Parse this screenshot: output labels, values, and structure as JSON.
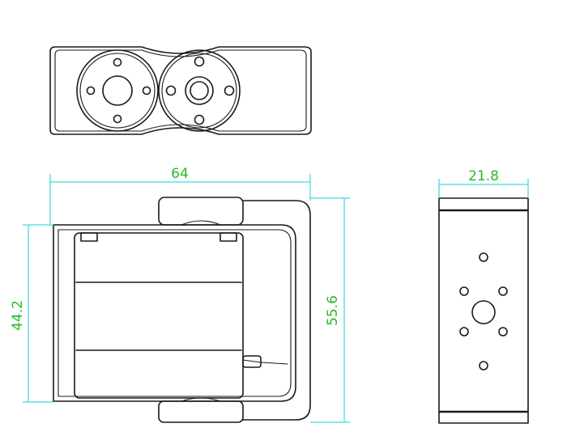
{
  "dimensions": {
    "width": "64",
    "height_outer": "55.6",
    "height_inner": "44.2",
    "depth": "21.8"
  },
  "colors": {
    "outline": "#1a1a1a",
    "dimension_line": "#3fd6e0",
    "dimension_text": "#2bb82b"
  }
}
